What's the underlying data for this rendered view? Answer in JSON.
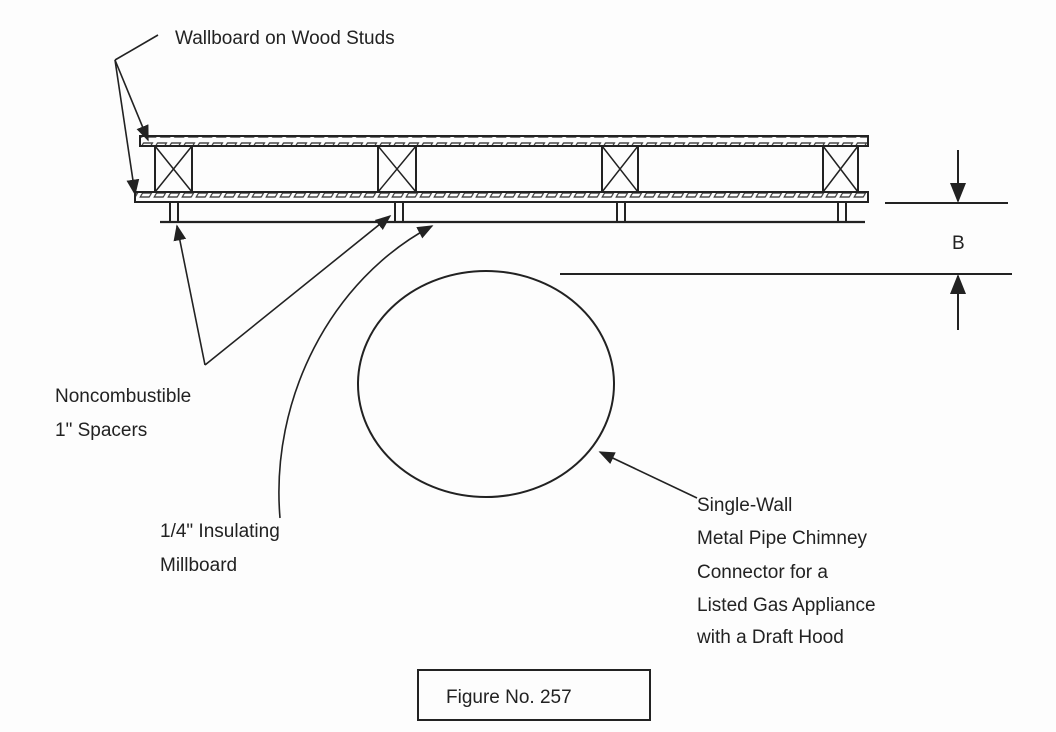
{
  "labels": {
    "wallboard": "Wallboard on Wood Studs",
    "spacers_line1": "Noncombustible",
    "spacers_line2": "1\" Spacers",
    "millboard_line1": "1/4\"  Insulating",
    "millboard_line2": "Millboard",
    "connector_lines": [
      "Single-Wall",
      "Metal Pipe Chimney",
      "Connector for a",
      "Listed Gas Appliance",
      "with a Draft Hood"
    ],
    "dimension": "B",
    "figure": "Figure No. 257"
  },
  "colors": {
    "ink": "#222222",
    "background": "#fdfdfd"
  }
}
